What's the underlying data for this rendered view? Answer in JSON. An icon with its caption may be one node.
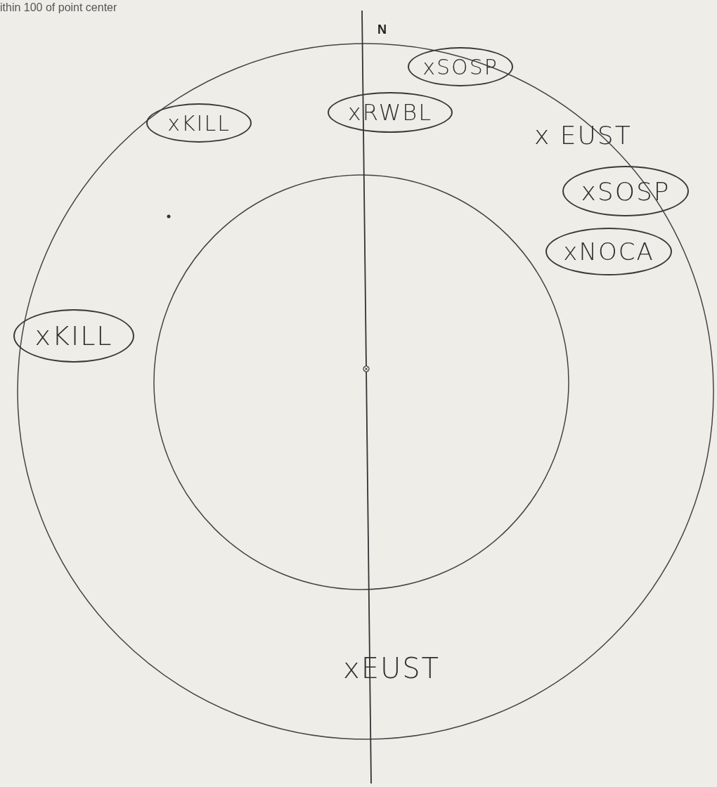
{
  "diagram": {
    "nodes": [
      {
        "text": [
          "xSOSP"
        ]
      },
      {
        "text": [
          "xKILL"
        ]
      },
      {
        "text": [
          "xRWBL"
        ]
      },
      {
        "text": [
          "xSOSP"
        ]
      },
      {
        "text": [
          "xNOCA"
        ]
      },
      {
        "text": [
          "xKILL"
        ]
      }
    ],
    "edges": [],
    "labels": [
      "ithin 100 of point center",
      "N",
      "x EUST",
      "xEUST"
    ]
  }
}
